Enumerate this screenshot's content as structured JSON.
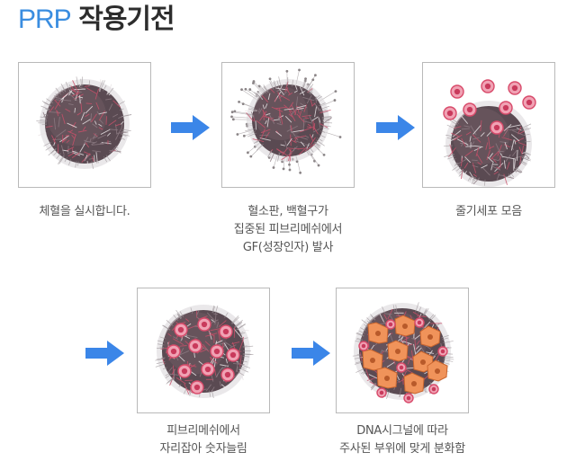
{
  "header": {
    "title_prefix": "PRP",
    "title_main": "작용기전"
  },
  "steps": [
    {
      "lines": [
        "체혈을 실시합니다."
      ]
    },
    {
      "lines": [
        "혈소판, 백혈구가",
        "집중된 피브리메쉬에서",
        "GF(성장인자) 발사"
      ]
    },
    {
      "lines": [
        "줄기세포 모음"
      ]
    },
    {
      "lines": [
        "피브리메쉬에서",
        "자리잡아 숫자늘림"
      ]
    },
    {
      "lines": [
        "DNA시그널에 따라",
        "주사된 부위에 맞게 분화함"
      ]
    }
  ],
  "colors": {
    "title_accent": "#3a8de0",
    "arrow": "#3b86e8",
    "cell": "#e8627a",
    "differentiated": "#e8864a"
  }
}
